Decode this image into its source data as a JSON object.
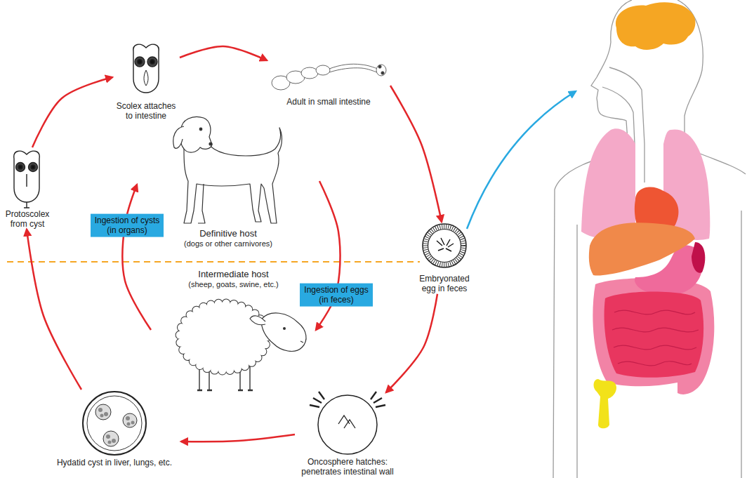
{
  "diagram": {
    "nodes": [
      {
        "text": [
          "Protoscolex from cyst"
        ]
      },
      {
        "text": [
          "Scolex attaches to intestine"
        ]
      },
      {
        "text": [
          "Adult in small intestine"
        ]
      },
      {
        "text": [
          "Embryonated egg in feces"
        ]
      },
      {
        "text": [
          "Oncosphere hatches: penetrates intestinal wall"
        ]
      },
      {
        "text": [
          "Hydatid cyst in liver, lungs, etc."
        ]
      },
      {
        "text": [
          "Definitive host",
          "(dogs or other carnivores)"
        ]
      },
      {
        "text": [
          "Intermediate host",
          "(sheep, goats, swine, etc.)"
        ]
      }
    ],
    "edges": [
      {
        "from": 0,
        "to": 1,
        "arrow": "to"
      },
      {
        "from": 1,
        "to": 2,
        "arrow": "to"
      },
      {
        "from": 2,
        "to": 3,
        "arrow": "to"
      },
      {
        "from": 3,
        "to": 4,
        "arrow": "to"
      },
      {
        "from": 4,
        "to": 5,
        "arrow": "to"
      },
      {
        "from": 5,
        "to": 0,
        "arrow": "to"
      },
      {
        "from": 7,
        "to": 6,
        "label": "Ingestion of cysts (in organs)",
        "arrow": "to"
      },
      {
        "from": 6,
        "to": 7,
        "label": "Ingestion of eggs (in feces)",
        "arrow": "to"
      }
    ]
  }
}
